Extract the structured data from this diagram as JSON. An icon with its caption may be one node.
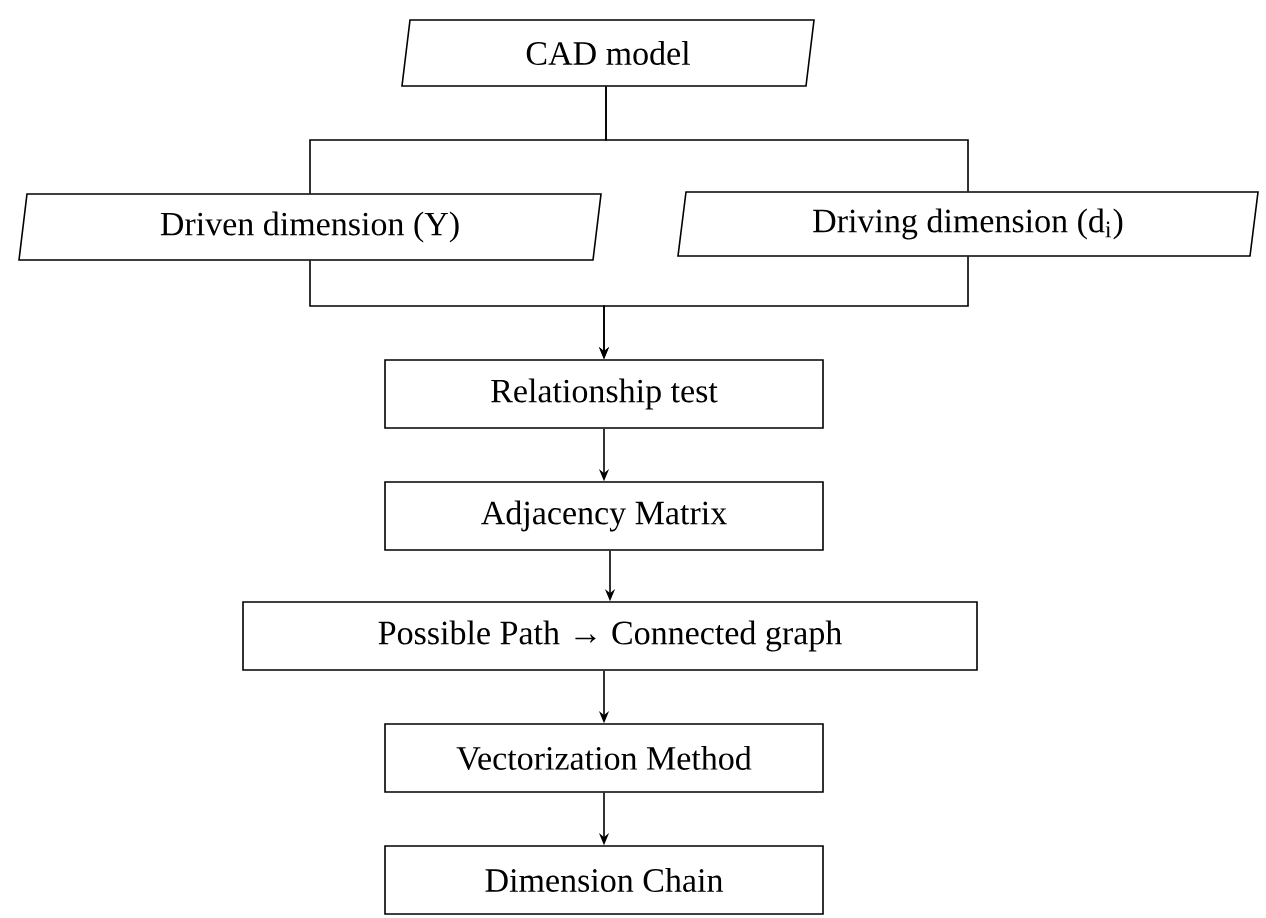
{
  "diagram": {
    "nodes": [
      {
        "text": [
          "CAD model"
        ]
      },
      {
        "text": [
          "Driven dimension (Y)"
        ]
      },
      {
        "text": [
          "Driving dimension (d$_{i}$)"
        ]
      },
      {
        "text": [
          "Relationship test"
        ]
      },
      {
        "text": [
          "Adjacency Matrix"
        ]
      },
      {
        "text": [
          "Possible Path → Connected graph"
        ]
      },
      {
        "text": [
          "Vectorization Method"
        ]
      },
      {
        "text": [
          "Dimension Chain"
        ]
      }
    ],
    "edges": [
      {
        "from": 0,
        "to": 1,
        "arrow": "none"
      },
      {
        "from": 0,
        "to": 2,
        "arrow": "none"
      },
      {
        "from": 1,
        "to": 3,
        "arrow": "to"
      },
      {
        "from": 2,
        "to": 3,
        "arrow": "to"
      },
      {
        "from": 3,
        "to": 4,
        "arrow": "to"
      },
      {
        "from": 4,
        "to": 5,
        "arrow": "to"
      },
      {
        "from": 5,
        "to": 6,
        "arrow": "to"
      },
      {
        "from": 6,
        "to": 7,
        "arrow": "to"
      }
    ]
  }
}
